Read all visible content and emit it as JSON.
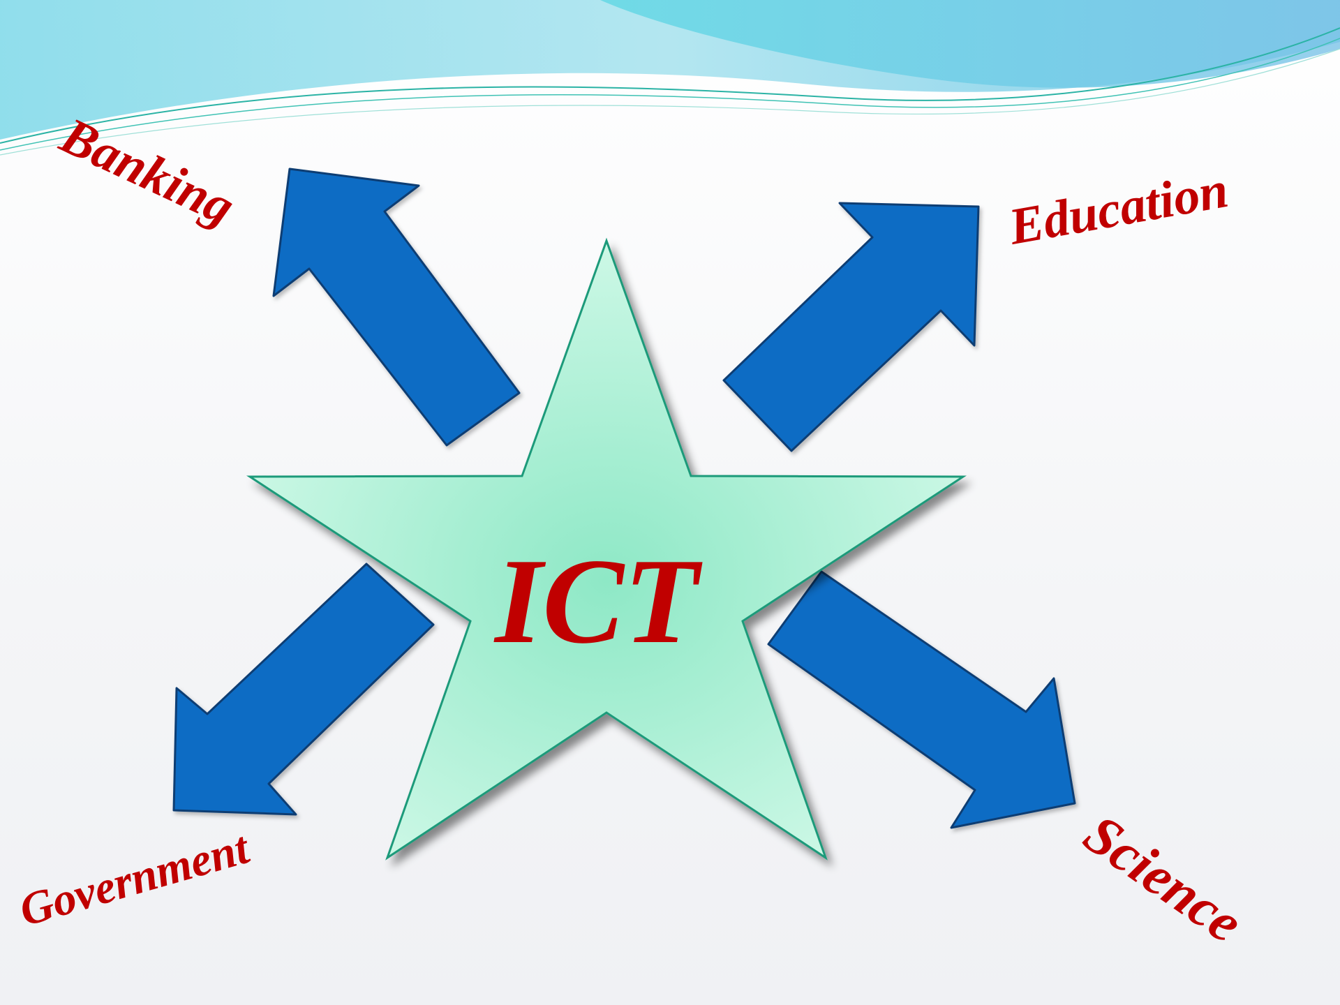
{
  "diagram": {
    "center": {
      "label": "ICT"
    },
    "branches": [
      {
        "id": "banking",
        "label": "Banking"
      },
      {
        "id": "education",
        "label": "Education"
      },
      {
        "id": "government",
        "label": "Government"
      },
      {
        "id": "science",
        "label": "Science"
      }
    ]
  },
  "colors": {
    "arrow_fill": "#116cc4",
    "arrow_stroke": "#0c3e73",
    "star_center": "#8ee8c6",
    "star_edge": "#cdf8e6",
    "star_stroke": "#1b9a7a",
    "label_text": "#c00000",
    "wave_light": "#a9e3ee",
    "wave_mid": "#7fcfe0",
    "wave_dark": "#5ab3d4"
  }
}
